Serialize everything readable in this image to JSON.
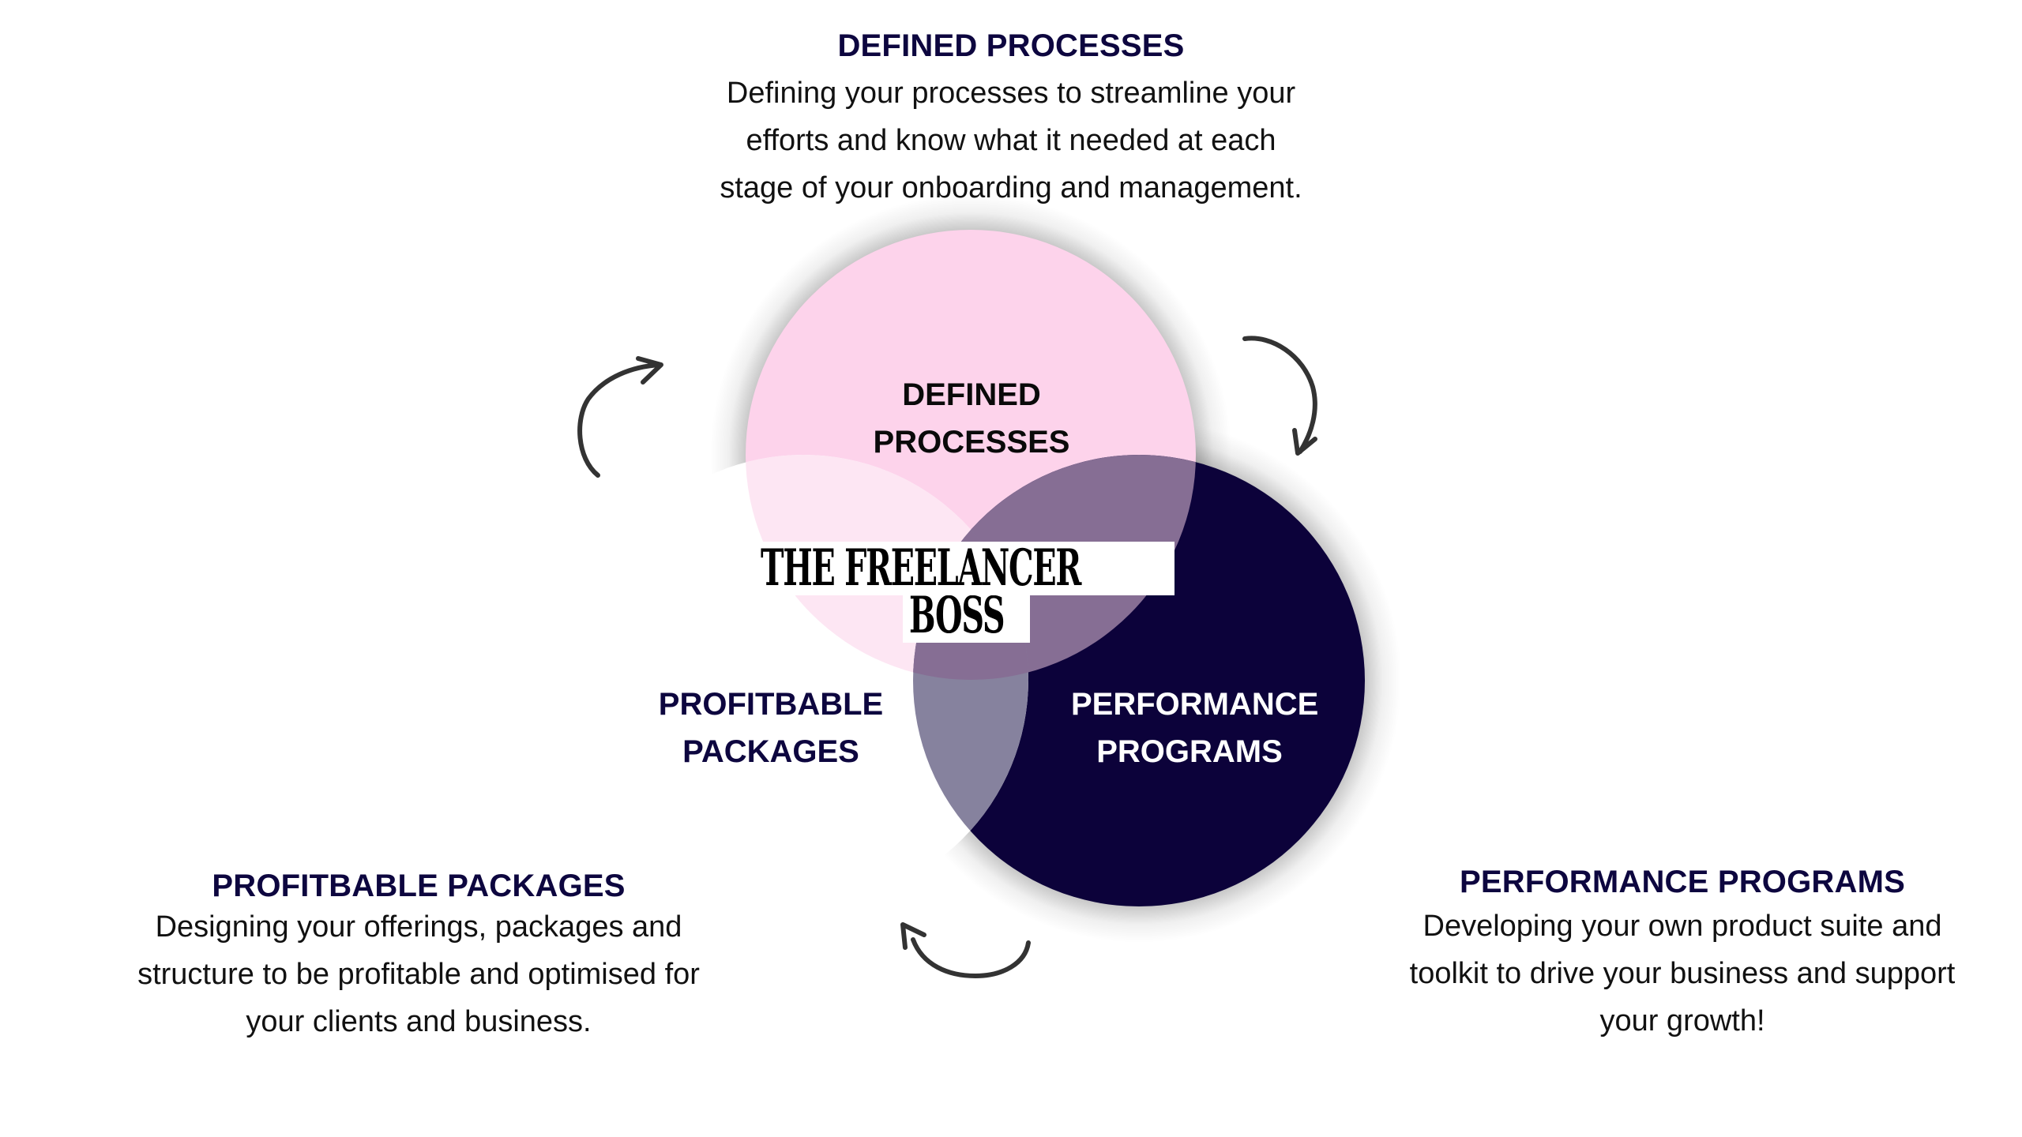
{
  "colors": {
    "heading": "#0d063f",
    "body_text": "#111111",
    "pink_circle": "#fdd3eb",
    "white_circle": "#ffffff",
    "navy_circle": "#0c023a",
    "pink_white_overlap": "#fde6f3",
    "pink_navy_overlap": "#866e94",
    "white_navy_overlap": "#86829e",
    "arrow": "#333333",
    "label_top": "#0a0a0a",
    "label_left": "#0d063f",
    "label_right": "#ffffff"
  },
  "blocks": {
    "top": {
      "heading": "DEFINED PROCESSES",
      "lines": [
        "Defining your processes to streamline your",
        "efforts and know what it needed at each",
        "stage of your onboarding and management."
      ]
    },
    "left": {
      "heading": "PROFITBABLE PACKAGES",
      "lines": [
        "Designing your offerings, packages and",
        "structure to be profitable and optimised for",
        "your clients and business."
      ]
    },
    "right": {
      "heading": "PERFORMANCE PROGRAMS",
      "lines": [
        "Developing your own product suite and",
        "toolkit to drive your business and support",
        "your growth!"
      ]
    }
  },
  "circles": {
    "top": {
      "lines": [
        "DEFINED",
        "PROCESSES"
      ]
    },
    "left": {
      "lines": [
        "PROFITBABLE",
        "PACKAGES"
      ]
    },
    "right": {
      "lines": [
        "PERFORMANCE",
        "PROGRAMS"
      ]
    }
  },
  "logo": {
    "line1": "THE FREELANCER",
    "line2": "BOSS"
  },
  "icons": {
    "arrow_left": "curved-arrow-up-right-icon",
    "arrow_right": "curved-arrow-down-icon",
    "arrow_bottom": "curved-arrow-left-icon"
  }
}
